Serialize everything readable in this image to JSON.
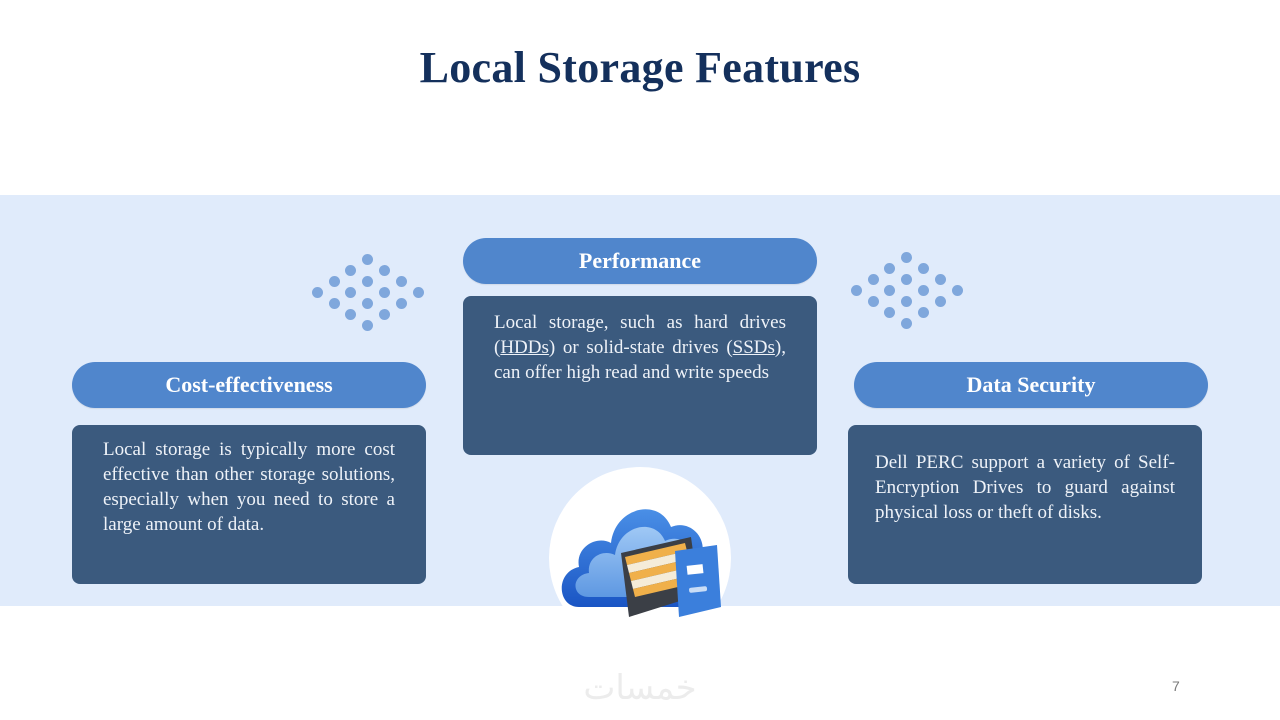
{
  "slide": {
    "title": "Local Storage Features",
    "page_number": "7",
    "watermark": "خمسات"
  },
  "features": {
    "left": {
      "heading": "Cost-effectiveness",
      "body": "Local storage is typically more cost effective than other storage solutions, especially when you need to store a large amount of data."
    },
    "center": {
      "heading": "Performance",
      "body_parts": {
        "p1": "Local storage, such as hard drives (",
        "link1": "HDDs",
        "p2": ") or solid-state drives (",
        "link2": "SSDs",
        "p3": "), can offer high read and write speeds"
      }
    },
    "right": {
      "heading": "Data Security",
      "body": "Dell PERC support a variety of Self-Encryption Drives to guard against physical loss or theft of disks."
    }
  },
  "illustration": {
    "icon": "cloud-file-cabinet-icon"
  },
  "colors": {
    "title": "#14305c",
    "band": "#e0ebfb",
    "pill": "#5086cc",
    "card": "#3b5a7e",
    "dots": "#7fa7dc"
  }
}
